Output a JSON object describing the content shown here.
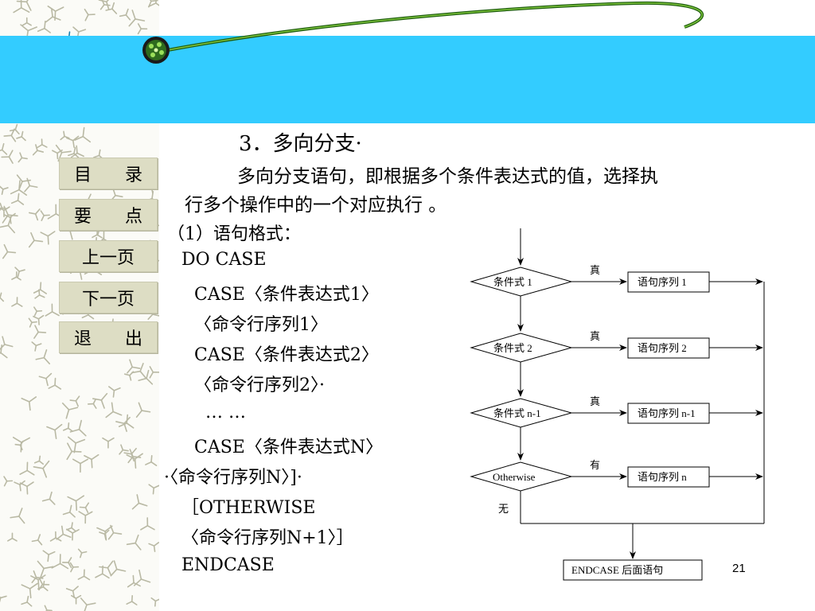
{
  "heading": "3．多向分支·",
  "intro_line1": "多向分支语句，即根据多个条件表达式的值，选择执",
  "intro_line2": "行多个操作中的一个对应执行 。",
  "nav": {
    "items": [
      {
        "chars": [
          "目",
          "录"
        ]
      },
      {
        "chars": [
          "要",
          "点"
        ]
      },
      {
        "label": "上一页"
      },
      {
        "label": "下一页"
      },
      {
        "chars": [
          "退",
          "出"
        ]
      }
    ]
  },
  "syntax": {
    "title": "（1）语句格式：",
    "lines": [
      "DO CASE",
      "CASE〈条件表达式1〉",
      "〈命令行序列1〉",
      "CASE〈条件表达式2〉",
      "〈命令行序列2〉·",
      "… …",
      "CASE〈条件表达式N〉",
      "·〈命令行序列N〉]·",
      "［OTHERWISE",
      "〈命令行序列N+1〉］",
      "ENDCASE"
    ]
  },
  "flowchart": {
    "conditions": [
      "条件式 1",
      "条件式 2",
      "条件式 n-1",
      "Otherwise"
    ],
    "branch_labels": [
      "真",
      "真",
      "真",
      "有"
    ],
    "statements": [
      "语句序列 1",
      "语句序列 2",
      "语句序列 n-1",
      "语句序列 n"
    ],
    "none_label": "无",
    "end_box": "ENDCASE 后面语句"
  },
  "page_number": "21",
  "colors": {
    "band": "#33ccff",
    "nav_bg": "#ddddc4",
    "swoosh": "#2f7a1a"
  }
}
